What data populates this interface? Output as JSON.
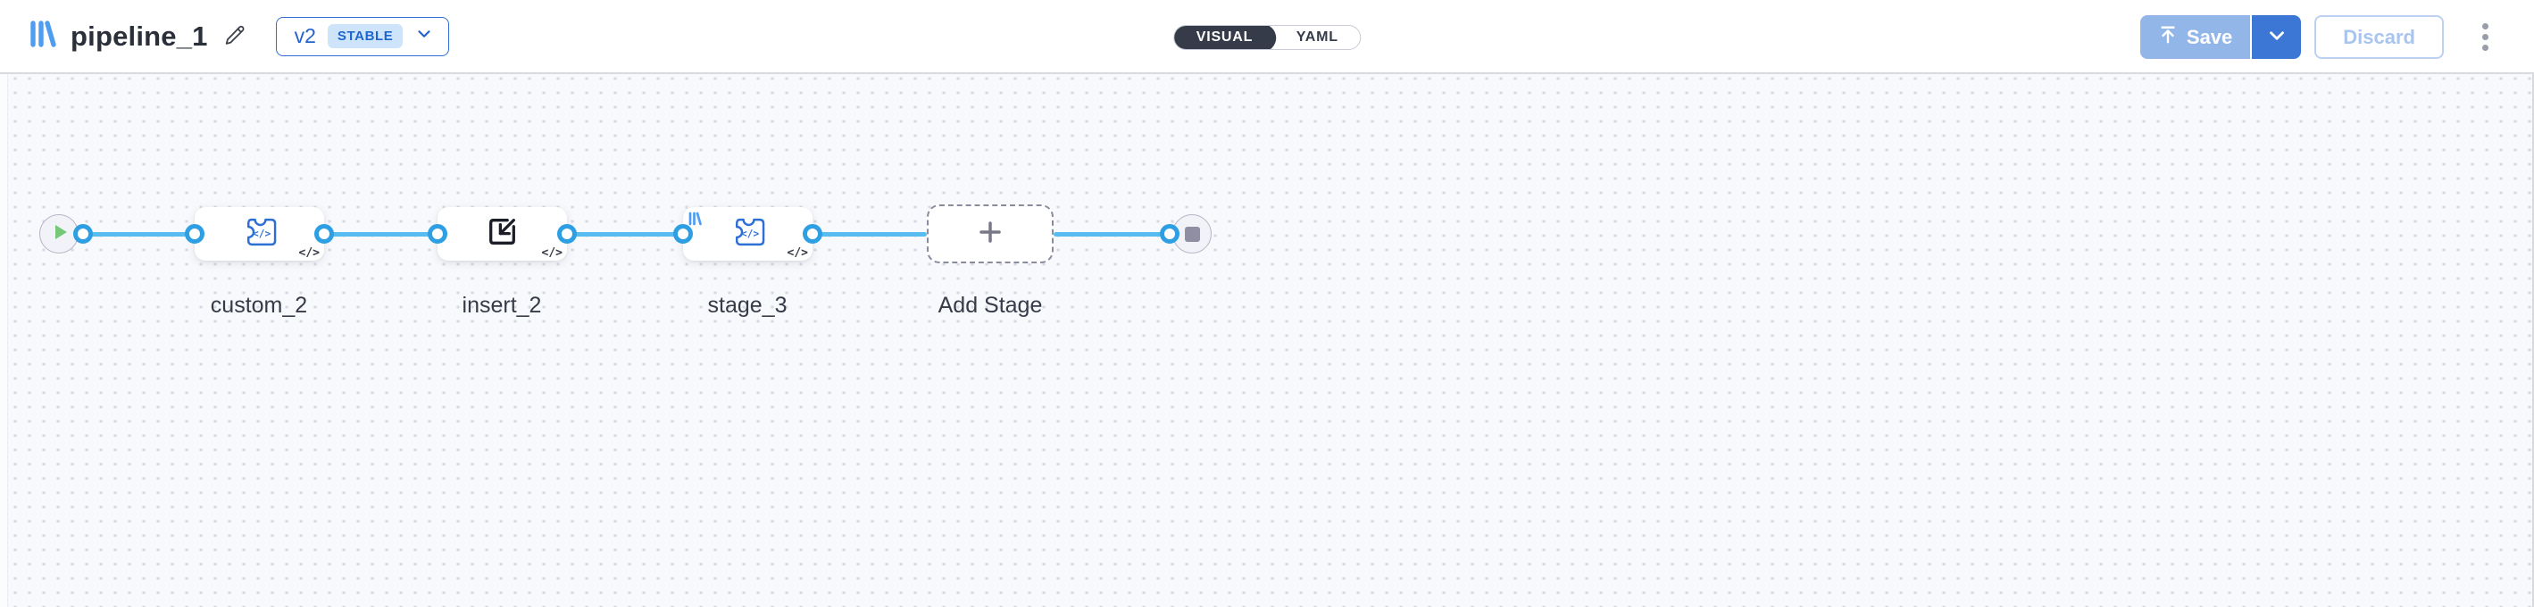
{
  "header": {
    "app_logo_icon": "library-icon",
    "title": "pipeline_1",
    "edit_icon": "pencil-icon",
    "version": {
      "label": "v2",
      "badge": "STABLE",
      "chevron_icon": "chevron-down-icon"
    },
    "mode_toggle": [
      {
        "label": "VISUAL",
        "active": true
      },
      {
        "label": "YAML",
        "active": false
      }
    ],
    "save_label": "Save",
    "save_icon": "upload-icon",
    "discard_label": "Discard",
    "menu_icon": "kebab-menu-icon"
  },
  "canvas": {
    "start_node": {
      "icon": "play-icon"
    },
    "end_node": {
      "icon": "stop-icon"
    },
    "stages": [
      {
        "label": "custom_2",
        "icon": "puzzle-code-icon",
        "corner_badge": "</>"
      },
      {
        "label": "insert_2",
        "icon": "insert-arrow-icon",
        "corner_badge": "</>"
      },
      {
        "label": "stage_3",
        "icon": "puzzle-code-icon",
        "corner_badge": "</>",
        "top_badge_icon": "library-icon"
      }
    ],
    "add_stage": {
      "label": "Add Stage",
      "icon": "plus-icon"
    },
    "colors": {
      "edge_blue": "#57bdf0",
      "port_ring_blue": "#2f9fe3",
      "icon_blue": "#2e6fd6",
      "logo_blue": "#4e9df0",
      "canvas_bg": "#f8f9fc",
      "grid_dot": "#d9dae4",
      "save_disabled_blue": "#93b6e9",
      "save_caret_blue": "#3c77d6",
      "toggle_dark": "#353b49",
      "play_green": "#74c878",
      "stop_gray": "#8f8ea3"
    }
  }
}
